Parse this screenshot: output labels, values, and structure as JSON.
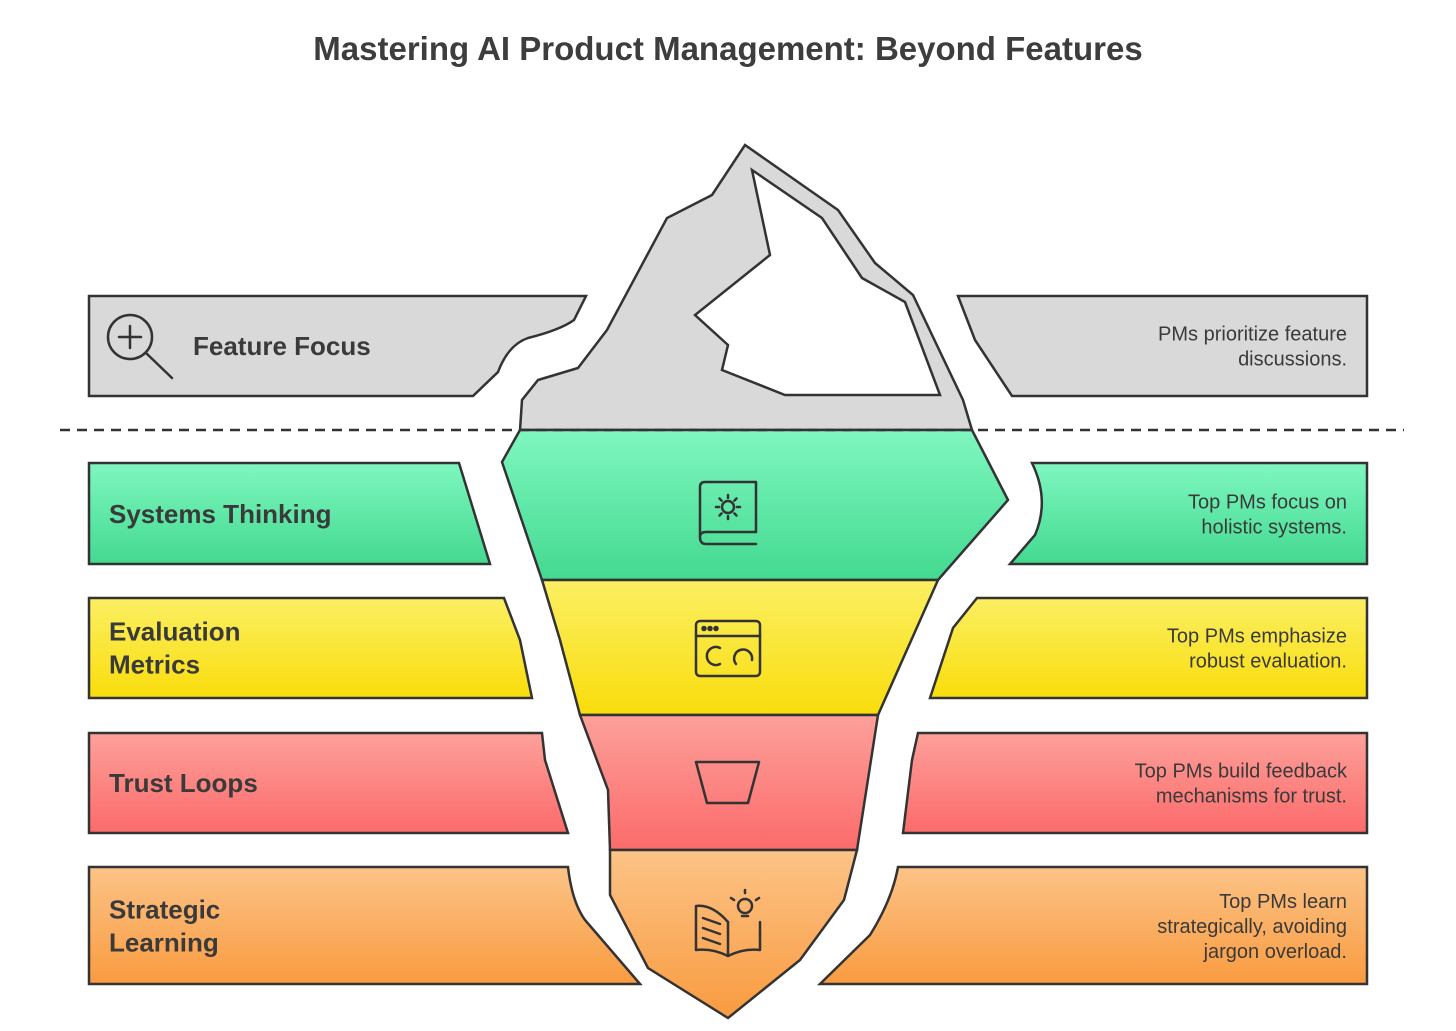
{
  "title": "Mastering AI Product Management: Beyond Features",
  "colors": {
    "gray": "#d9d9d9",
    "green": "#5fe6a6",
    "yellow": "#fbe63a",
    "red": "#fb8181",
    "orange": "#fbb06a",
    "outline": "#333333"
  },
  "levels": [
    {
      "id": "feature-focus",
      "label": [
        "Feature Focus"
      ],
      "description": [
        "PMs prioritize feature",
        "discussions."
      ],
      "icon": "magnifier-plus-icon"
    },
    {
      "id": "systems-thinking",
      "label": [
        "Systems Thinking"
      ],
      "description": [
        "Top PMs focus on",
        "holistic systems."
      ],
      "icon": "gear-book-icon"
    },
    {
      "id": "evaluation-metrics",
      "label": [
        "Evaluation",
        "Metrics"
      ],
      "description": [
        "Top PMs emphasize",
        "robust evaluation."
      ],
      "icon": "browser-gauges-icon"
    },
    {
      "id": "trust-loops",
      "label": [
        "Trust Loops"
      ],
      "description": [
        "Top PMs build feedback",
        "mechanisms for trust."
      ],
      "icon": "container-icon"
    },
    {
      "id": "strategic-learning",
      "label": [
        "Strategic",
        "Learning"
      ],
      "description": [
        "Top PMs learn",
        "strategically, avoiding",
        "jargon overload."
      ],
      "icon": "book-lightbulb-icon"
    }
  ]
}
